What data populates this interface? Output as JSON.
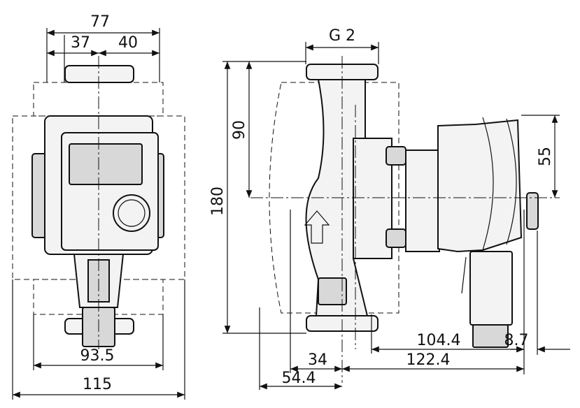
{
  "drawing": {
    "front_view": {
      "top_overall": "77",
      "top_left": "37",
      "top_right": "40",
      "bottom_inner": "93.5",
      "bottom_overall": "115"
    },
    "side_view": {
      "thread": "G 2",
      "height_overall": "180",
      "height_half": "90",
      "motor_half": "55",
      "offset_a": "34",
      "offset_b": "54.4",
      "len_a": "104.4",
      "len_b": "8.7",
      "len_c": "122.4"
    }
  }
}
